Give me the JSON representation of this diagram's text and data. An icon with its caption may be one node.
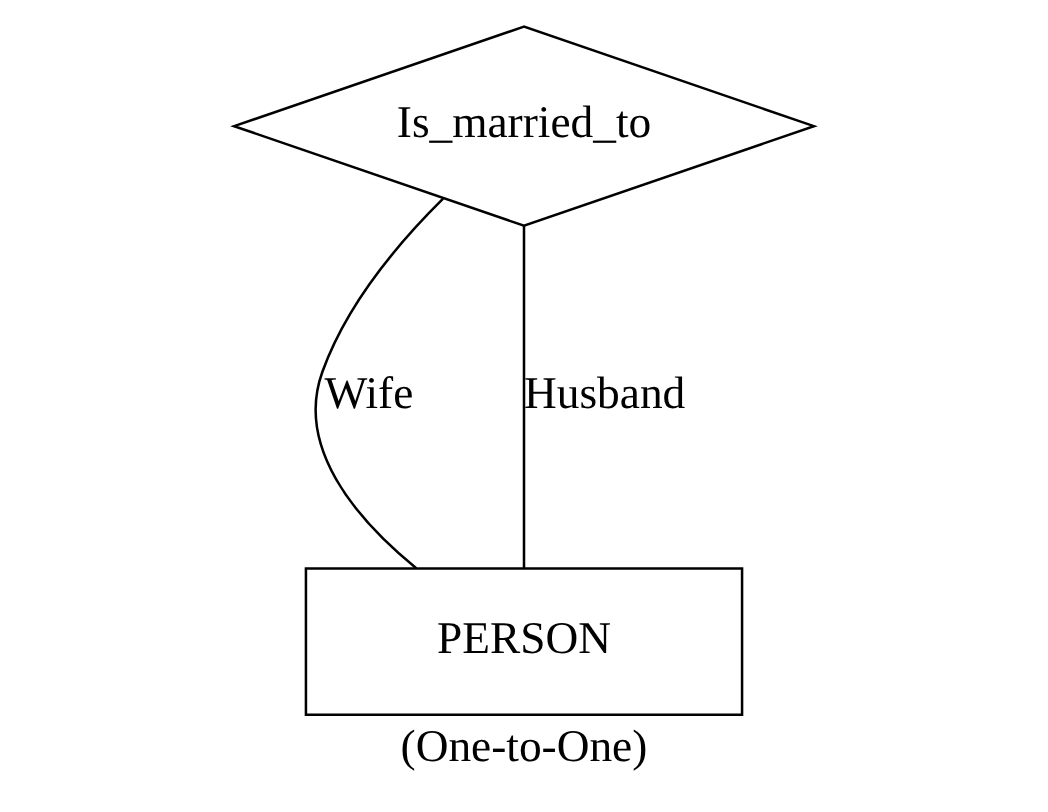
{
  "diagram": {
    "caption": "(One-to-One)",
    "nodes": [
      {
        "text": [
          "Is_married_to"
        ]
      },
      {
        "text": [
          "PERSON"
        ]
      }
    ],
    "edges": [
      {
        "from": 0,
        "to": 1,
        "arrow": "none",
        "label": "Wife"
      },
      {
        "from": 0,
        "to": 1,
        "arrow": "none",
        "label": "Husband"
      }
    ]
  }
}
